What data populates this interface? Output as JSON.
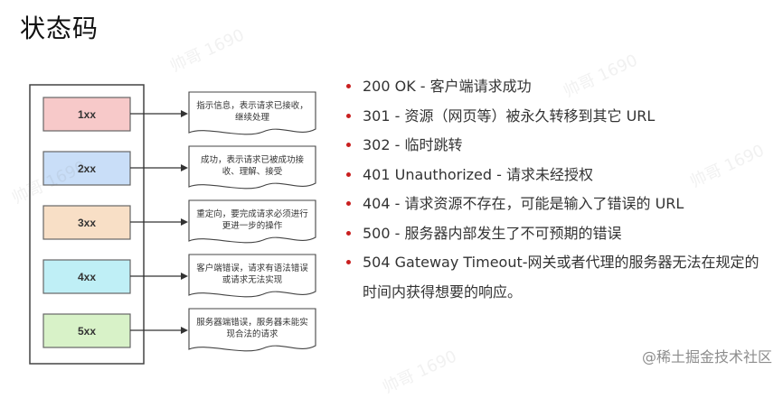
{
  "page": {
    "title": "状态码",
    "footer": "@稀土掘金技术社区"
  },
  "diagram": {
    "rows": [
      {
        "code": "1xx",
        "color": "#f7c9c9",
        "note": [
          "指示信息，表示请求已接收，",
          "继续处理"
        ]
      },
      {
        "code": "2xx",
        "color": "#c9def8",
        "note": [
          "成功，表示请求已被成功接",
          "收、理解、接受"
        ]
      },
      {
        "code": "3xx",
        "color": "#f8dfc6",
        "note": [
          "重定向，要完成请求必须进行",
          "更进一步的操作"
        ]
      },
      {
        "code": "4xx",
        "color": "#bfeff6",
        "note": [
          "客户端错误，请求有语法错误",
          "或请求无法实现"
        ]
      },
      {
        "code": "5xx",
        "color": "#d8f2c8",
        "note": [
          "服务器端错误，服务器未能实",
          "现合法的请求"
        ]
      }
    ]
  },
  "list": [
    "200 OK - 客户端请求成功",
    "301 - 资源（网页等）被永久转移到其它 URL",
    "302 - 临时跳转",
    "401 Unauthorized - 请求未经授权",
    "404 - 请求资源不存在，可能是输入了错误的 URL",
    "500 - 服务器内部发生了不可预期的错误",
    "504 Gateway Timeout-网关或者代理的服务器无法在规定的时间内获得想要的响应。"
  ],
  "watermark": {
    "text": "帅哥 1690"
  }
}
